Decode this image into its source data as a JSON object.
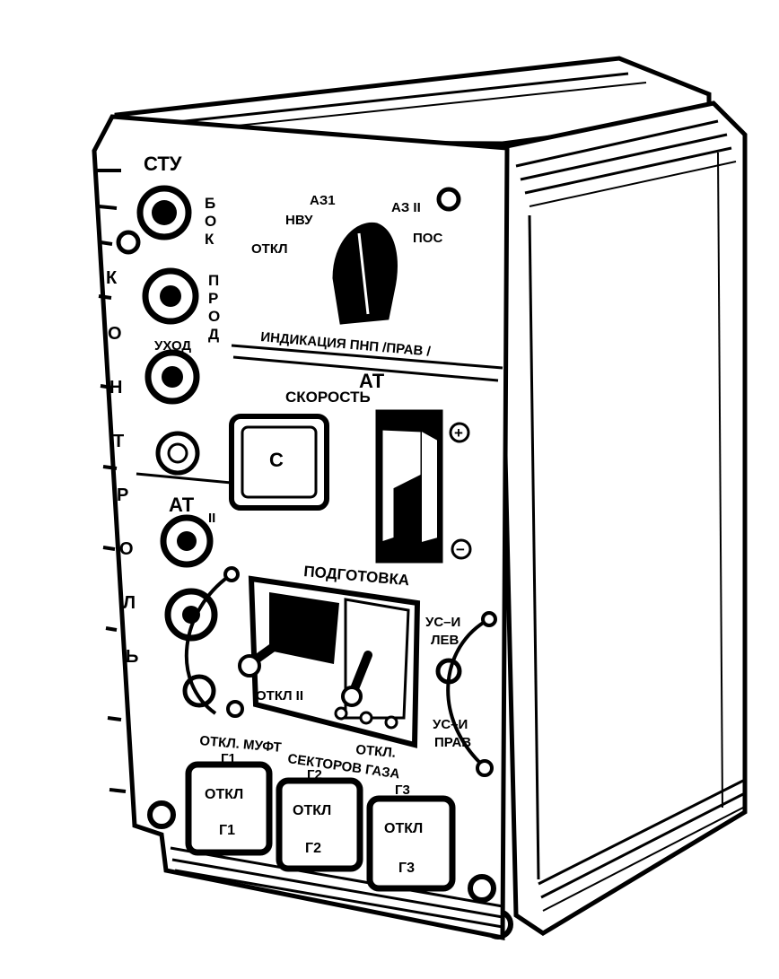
{
  "colors": {
    "ink": "#000000",
    "paper": "#ffffff"
  },
  "top_label": "СТУ",
  "left_vertical_word": [
    "К",
    "О",
    "Н",
    "Т",
    "Р",
    "О",
    "Л",
    "Ь"
  ],
  "bok_label": [
    "Б",
    "О",
    "К"
  ],
  "prod_label": [
    "П",
    "Р",
    "О",
    "Д"
  ],
  "selector": {
    "left_labels": [
      "АЗ1",
      "НВУ",
      "ОТКЛ"
    ],
    "right_labels": [
      "АЗ II",
      "ПОС"
    ]
  },
  "indication_label": "ИНДИКАЦИЯ ПНП /ПРАВ /",
  "at_title": "АТ",
  "ukhod_label": "УХОД",
  "speed_label": "СКОРОСТЬ",
  "plus_sign": "+",
  "minus_sign": "−",
  "c_button_label": "С",
  "at2_label": "АТ",
  "at2_suffix": "II",
  "podgotovka_label": "ПОДГОТОВКА",
  "otkl_ii_label": "ОТКЛ II",
  "us_left_label": [
    "УС–И",
    "ЛЕВ"
  ],
  "us_right_label": [
    "УС–И",
    "ПРАВ"
  ],
  "mufts_label_line1": "ОТКЛ. МУФТ",
  "mufts_label_line2": "ОТКЛ.",
  "sectors_label": "СЕКТОРОВ ГАЗА",
  "g_labels": [
    "Г1",
    "Г2",
    "Г3"
  ],
  "buttons": [
    {
      "top": "ОТКЛ",
      "bottom": "Г1"
    },
    {
      "top": "ОТКЛ",
      "bottom": "Г2"
    },
    {
      "top": "ОТКЛ",
      "bottom": "Г3"
    }
  ]
}
